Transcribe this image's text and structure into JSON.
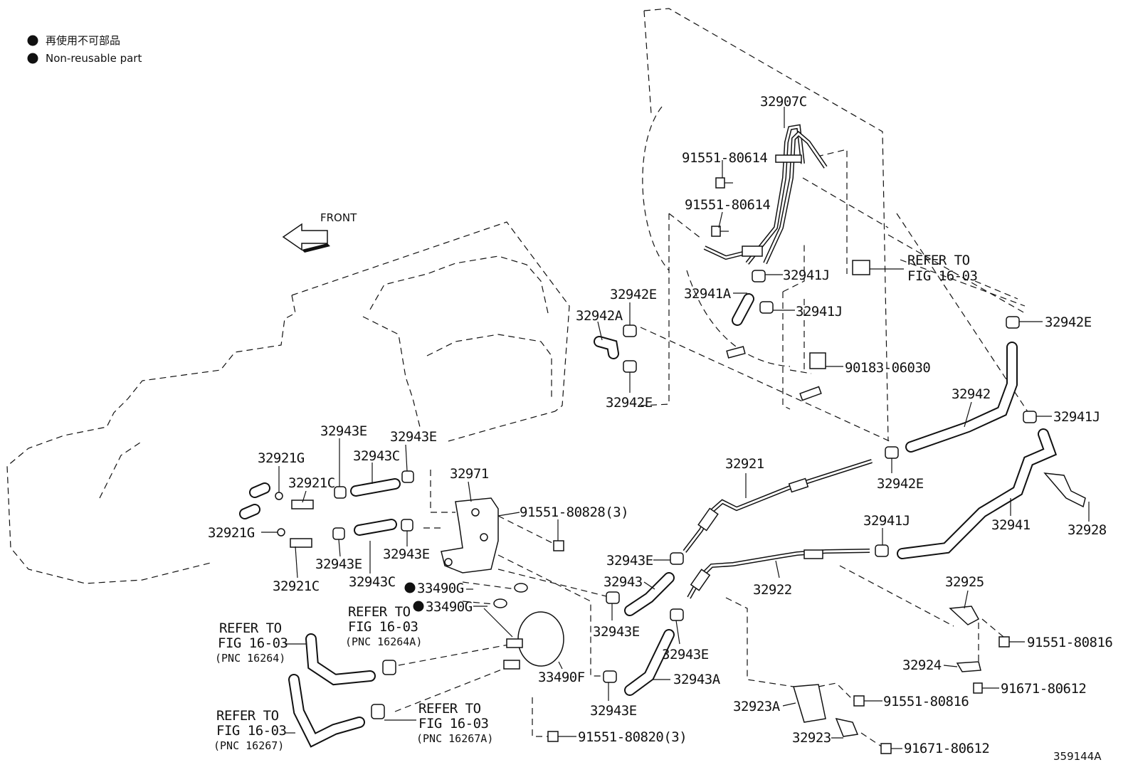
{
  "legend": {
    "jp": "再使用不可部品",
    "en": "Non-reusable part"
  },
  "front_label": "FRONT",
  "drawing_id": "359144A",
  "labels": {
    "p32907C": "32907C",
    "p91551_80614_a": "91551-80614",
    "p91551_80614_b": "91551-80614",
    "p32941J_a": "32941J",
    "p32941A": "32941A",
    "p32941J_b": "32941J",
    "refer_a1": "REFER TO",
    "refer_a2": "FIG 16-03",
    "p32942E_a": "32942E",
    "p32942A": "32942A",
    "p32942E_b": "32942E",
    "p90183": "90183-06030",
    "p32942E_right": "32942E",
    "p32942": "32942",
    "p32941J_c": "32941J",
    "p32942E_mid": "32942E",
    "p32928": "32928",
    "p32941": "32941",
    "p32941J_d": "32941J",
    "p32921": "32921",
    "p32922": "32922",
    "p32943E_1": "32943E",
    "p32943E_2": "32943E",
    "p32921G_a": "32921G",
    "p32921C_a": "32921C",
    "p32943C_a": "32943C",
    "p32971": "32971",
    "p91551_80828": "91551-80828(3)",
    "p32921G_b": "32921G",
    "p32943E_3": "32943E",
    "p32943E_4": "32943E",
    "p32921C_b": "32921C",
    "p32943C_b": "32943C",
    "p33490G_a": "33490G",
    "p33490G_b": "33490G",
    "p32943E_5": "32943E",
    "p32943": "32943",
    "p32943E_6": "32943E",
    "p32943E_7": "32943E",
    "p32943A": "32943A",
    "p32943E_8": "32943E",
    "p33490F": "33490F",
    "p32925": "32925",
    "p91551_80816_a": "91551-80816",
    "p32924": "32924",
    "p91671_80612_a": "91671-80612",
    "p32923A": "32923A",
    "p91551_80816_b": "91551-80816",
    "p32923": "32923",
    "p91671_80612_b": "91671-80612",
    "p91551_80820": "91551-80820(3)",
    "refer_b1": "REFER TO",
    "refer_b2": "FIG 16-03",
    "refer_b3": "(PNC 16264A)",
    "refer_c1": "REFER TO",
    "refer_c2": "FIG 16-03",
    "refer_c3": "(PNC 16264)",
    "refer_d1": "REFER TO",
    "refer_d2": "FIG 16-03",
    "refer_d3": "(PNC 16267)",
    "refer_e1": "REFER TO",
    "refer_e2": "FIG 16-03",
    "refer_e3": "(PNC 16267A)"
  }
}
